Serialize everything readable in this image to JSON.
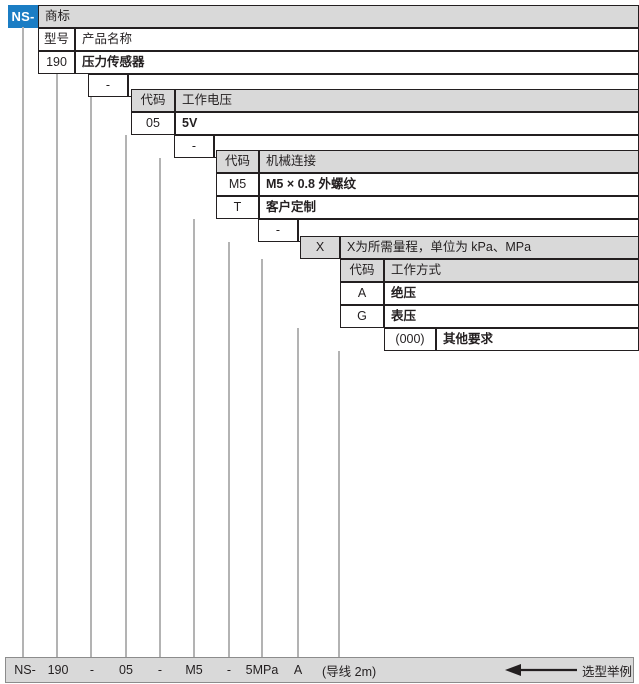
{
  "diagram": {
    "title_code": "NS-",
    "brand_badge_color": "#1b7dc4",
    "header_fill": "#d9d9d9",
    "line_color": "#b3b3b3",
    "border_color": "#231f20"
  },
  "levels": [
    {
      "id": "brand",
      "header": {
        "code": "NS-",
        "desc": "商标"
      }
    },
    {
      "id": "model",
      "header": {
        "code": "型号",
        "desc": "产品名称"
      },
      "rows": [
        {
          "code": "190",
          "desc": "压力传感器"
        }
      ]
    },
    {
      "id": "sep1",
      "separator": "-"
    },
    {
      "id": "voltage",
      "header": {
        "code": "代码",
        "desc": "工作电压"
      },
      "rows": [
        {
          "code": "05",
          "desc": "5V"
        }
      ]
    },
    {
      "id": "sep2",
      "separator": "-"
    },
    {
      "id": "mechanical",
      "header": {
        "code": "代码",
        "desc": "机械连接"
      },
      "rows": [
        {
          "code": "M5",
          "desc": "M5 × 0.8 外螺纹"
        },
        {
          "code": "T",
          "desc": "客户定制"
        }
      ]
    },
    {
      "id": "sep3",
      "separator": "-"
    },
    {
      "id": "range",
      "header": {
        "code": "X",
        "desc": "X为所需量程，单位为 kPa、MPa"
      }
    },
    {
      "id": "mode",
      "header": {
        "code": "代码",
        "desc": "工作方式"
      },
      "rows": [
        {
          "code": "A",
          "desc": "绝压"
        },
        {
          "code": "G",
          "desc": "表压"
        }
      ]
    },
    {
      "id": "other",
      "rows": [
        {
          "code": "(000)",
          "desc": "其他要求"
        }
      ]
    }
  ],
  "example": {
    "tokens": [
      "NS-",
      "190",
      "-",
      "05",
      "-",
      "M5",
      "-",
      "5MPa",
      "A",
      "(导线 2m)"
    ],
    "label": "选型举例",
    "arrow_icon": "left-arrow-icon"
  }
}
